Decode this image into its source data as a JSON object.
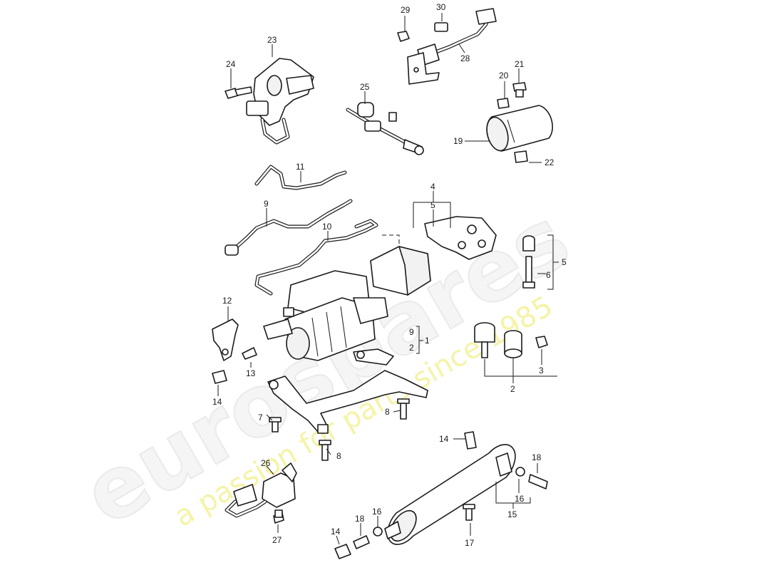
{
  "watermark": {
    "logo": "eurospares",
    "tagline": "a passion for parts since 1985",
    "logo_color": "#e6e6e6",
    "tagline_color": "#f2ef8a"
  },
  "callouts": {
    "n1": "1",
    "n2a": "2",
    "n2b": "2",
    "n3": "3",
    "n4": "4",
    "n5a": "5",
    "n5b": "5",
    "n6": "6",
    "n7": "7",
    "n8a": "8",
    "n8b": "8",
    "n9a": "9",
    "n9b": "9",
    "n10": "10",
    "n11": "11",
    "n12": "12",
    "n13": "13",
    "n14a": "14",
    "n14b": "14",
    "n14c": "14",
    "n15": "15",
    "n16a": "16",
    "n16b": "16",
    "n17": "17",
    "n18a": "18",
    "n18b": "18",
    "n19": "19",
    "n20": "20",
    "n21": "21",
    "n22": "22",
    "n23": "23",
    "n24": "24",
    "n25": "25",
    "n26": "26",
    "n27": "27",
    "n28": "28",
    "n29": "29",
    "n30": "30"
  }
}
